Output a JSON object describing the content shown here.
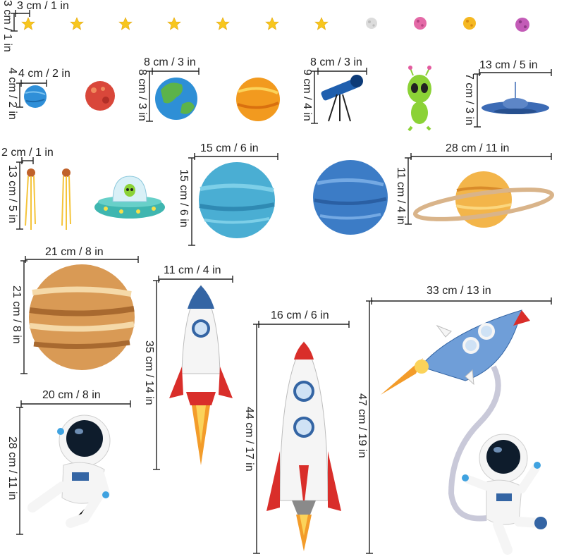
{
  "dimensions": {
    "star_w": "3 cm / 1 in",
    "star_h": "3 cm / 1 in",
    "small_planet_w": "4 cm / 2 in",
    "small_planet_h": "4 cm / 2 in",
    "earth_w": "8 cm / 3 in",
    "earth_h": "8 cm / 3 in",
    "telescope_w": "8 cm / 3 in",
    "telescope_h": "9 cm / 4 in",
    "ufo_w": "13 cm / 5 in",
    "ufo_h": "7 cm / 3 in",
    "comet_w": "2 cm / 1 in",
    "comet_h": "13 cm / 5 in",
    "neptune_w": "15 cm / 6 in",
    "neptune_h": "15 cm / 6 in",
    "saturn_w": "28 cm / 11 in",
    "saturn_h": "11 cm / 4 in",
    "jupiter_w": "21 cm / 8 in",
    "jupiter_h": "21 cm / 8 in",
    "rocket_small_w": "11 cm / 4 in",
    "rocket_small_h": "35 cm / 14 in",
    "astronaut_w": "20 cm / 8 in",
    "astronaut_h": "28 cm / 11 in",
    "rocket_mid_w": "16 cm / 6 in",
    "rocket_mid_h": "44 cm / 17 in",
    "rocket_astronaut_w": "33 cm / 13 in",
    "rocket_astronaut_h": "47 cm / 19 in"
  },
  "colors": {
    "star": "#f7c61e",
    "earth_ocean": "#2e8fd6",
    "earth_land": "#5cb34a",
    "mars": "#d9473a",
    "orange_planet": "#f29a1f",
    "neptune": "#4aaed3",
    "uranus": "#3c7cc6",
    "saturn": "#f3b54a",
    "jupiter": "#c98a45",
    "rocket_red": "#d92e2a",
    "rocket_blue": "#3465a4",
    "alien_green": "#8bd236",
    "ufo_teal": "#3fb6b0"
  }
}
